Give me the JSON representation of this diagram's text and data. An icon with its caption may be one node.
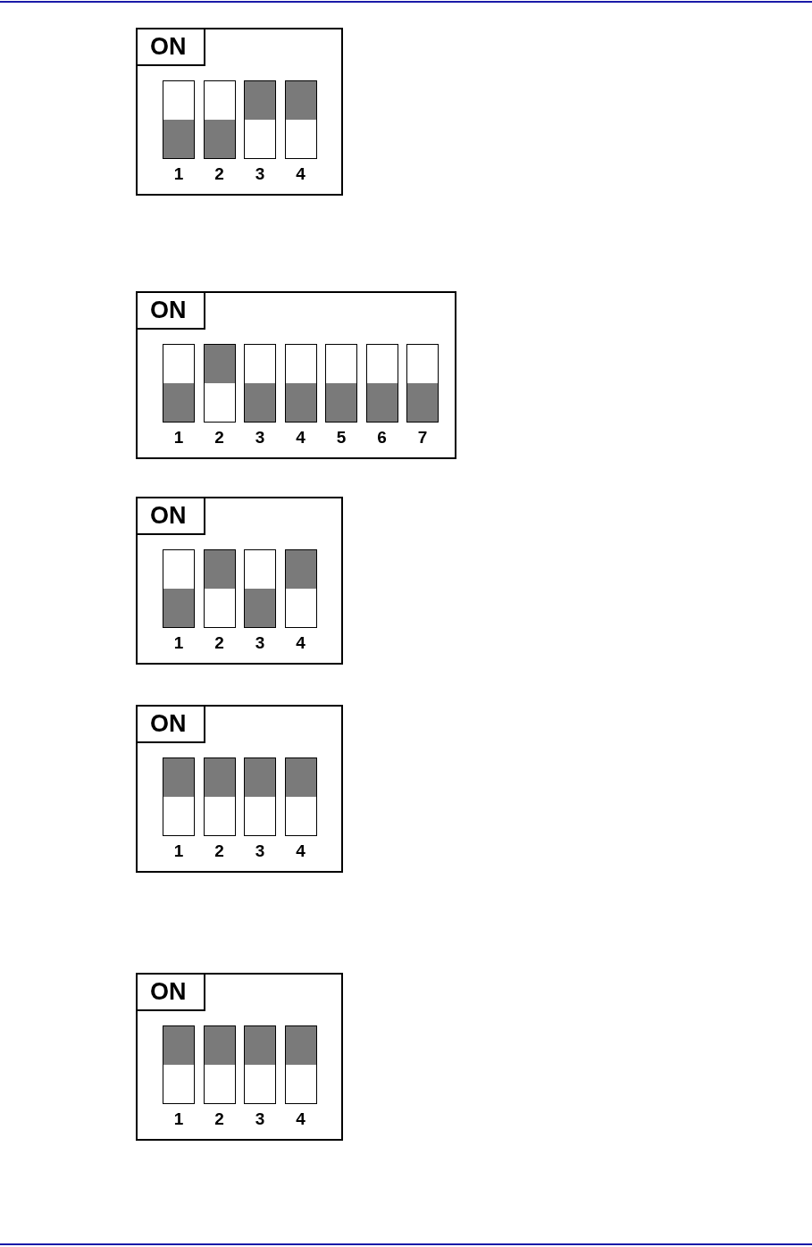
{
  "diagram": {
    "nodes": [
      {
        "text": [
          "ON"
        ]
      },
      {
        "text": [
          "1"
        ],
        "in": 0
      },
      {
        "text": [
          "2"
        ],
        "in": 0
      },
      {
        "text": [
          "3"
        ],
        "in": 0
      },
      {
        "text": [
          "4"
        ],
        "in": 0
      },
      {
        "text": [
          "ON"
        ]
      },
      {
        "text": [
          "1"
        ],
        "in": 5
      },
      {
        "text": [
          "2"
        ],
        "in": 5
      },
      {
        "text": [
          "3"
        ],
        "in": 5
      },
      {
        "text": [
          "4"
        ],
        "in": 5
      },
      {
        "text": [
          "5"
        ],
        "in": 5
      },
      {
        "text": [
          "6"
        ],
        "in": 5
      },
      {
        "text": [
          "7"
        ],
        "in": 5
      },
      {
        "text": [
          "ON"
        ]
      },
      {
        "text": [
          "1"
        ],
        "in": 13
      },
      {
        "text": [
          "2"
        ],
        "in": 13
      },
      {
        "text": [
          "3"
        ],
        "in": 13
      },
      {
        "text": [
          "4"
        ],
        "in": 13
      },
      {
        "text": [
          "ON"
        ]
      },
      {
        "text": [
          "1"
        ],
        "in": 18
      },
      {
        "text": [
          "2"
        ],
        "in": 18
      },
      {
        "text": [
          "3"
        ],
        "in": 18
      },
      {
        "text": [
          "4"
        ],
        "in": 18
      },
      {
        "text": [
          "ON"
        ]
      },
      {
        "text": [
          "1"
        ],
        "in": 23
      },
      {
        "text": [
          "2"
        ],
        "in": 23
      },
      {
        "text": [
          "3"
        ],
        "in": 23
      },
      {
        "text": [
          "4"
        ],
        "in": 23
      }
    ]
  }
}
